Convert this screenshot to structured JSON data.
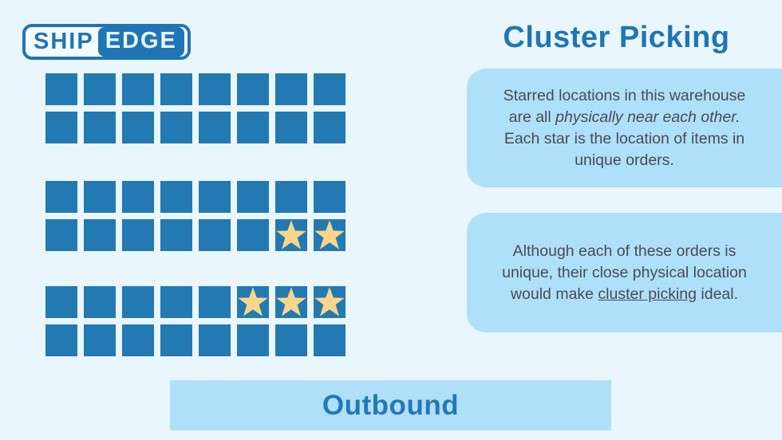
{
  "logo": {
    "ship": "SHIP",
    "edge": "EDGE"
  },
  "title": "Cluster Picking",
  "info_boxes": [
    {
      "segments": [
        {
          "text": "Starred locations in this warehouse are all ",
          "style": "normal"
        },
        {
          "text": "physically near each other.",
          "style": "italic"
        },
        {
          "text": " Each star is the location of items in unique orders.",
          "style": "normal"
        }
      ]
    },
    {
      "segments": [
        {
          "text": "Although each of these orders is unique, their close physical location would make ",
          "style": "normal"
        },
        {
          "text": "cluster picking",
          "style": "underline"
        },
        {
          "text": " ideal.",
          "style": "normal"
        }
      ]
    }
  ],
  "warehouse": {
    "columns": 8,
    "blocks": [
      {
        "cells": [
          "box",
          "box",
          "box",
          "box",
          "box",
          "box",
          "box",
          "box",
          "box",
          "box",
          "box",
          "box",
          "box",
          "box",
          "box",
          "box"
        ]
      },
      {
        "cells": [
          "box",
          "box",
          "box",
          "box",
          "box",
          "box",
          "box",
          "box",
          "box",
          "box",
          "box",
          "box",
          "box",
          "box",
          "star",
          "star"
        ]
      },
      {
        "cells": [
          "box",
          "box",
          "box",
          "box",
          "box",
          "star",
          "star",
          "star",
          "box",
          "box",
          "box",
          "box",
          "box",
          "box",
          "box",
          "box"
        ]
      }
    ]
  },
  "outbound_label": "Outbound",
  "colors": {
    "background": "#EAF6FD",
    "brand_blue": "#2075B4",
    "title_blue": "#1E76B6",
    "square_blue": "#2379B2",
    "panel_light_blue": "#AEE0F9",
    "body_text": "#4A4B54",
    "star_yellow": "#F7D68C"
  }
}
